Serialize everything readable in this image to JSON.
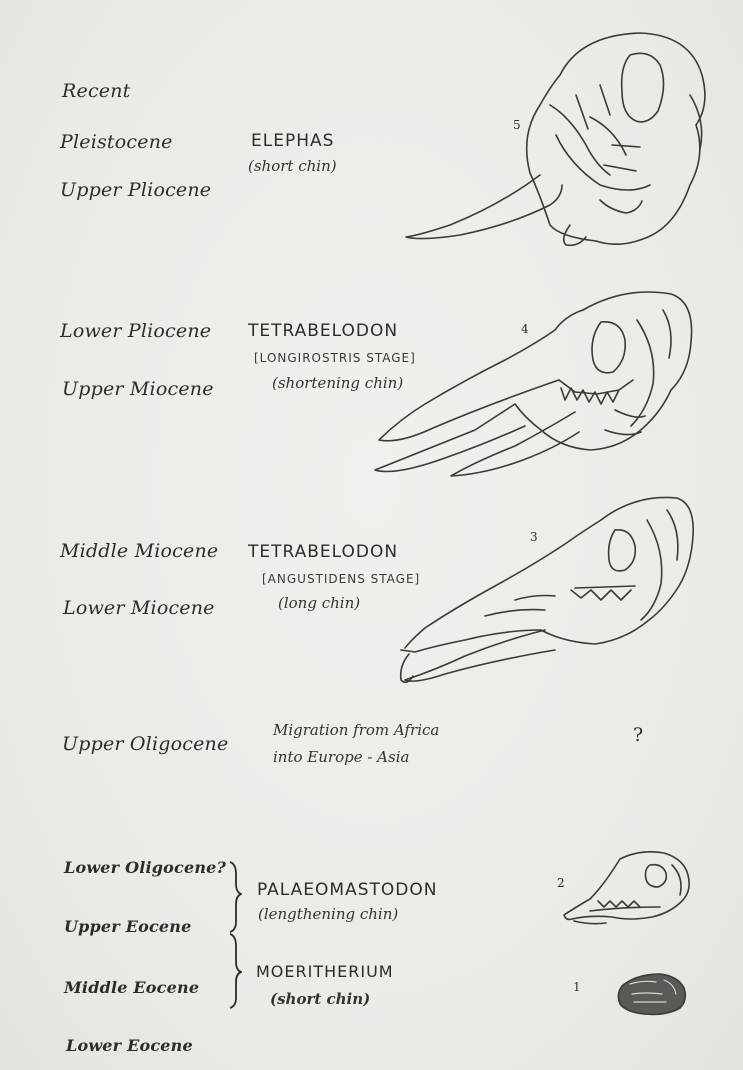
{
  "epochs": {
    "recent": "Recent",
    "pleistocene": "Pleistocene",
    "upper_pliocene": "Upper Pliocene",
    "lower_pliocene": "Lower Pliocene",
    "upper_miocene": "Upper Miocene",
    "middle_miocene": "Middle Miocene",
    "lower_miocene": "Lower Miocene",
    "upper_oligocene": "Upper Oligocene",
    "lower_oligocene": "Lower Oligocene?",
    "upper_eocene": "Upper Eocene",
    "middle_eocene": "Middle Eocene",
    "lower_eocene": "Lower Eocene"
  },
  "genera": {
    "elephas": {
      "name": "ELEPHAS",
      "note": "(short chin)",
      "number": "5"
    },
    "tetrabelodon_longirostris": {
      "name": "TETRABELODON",
      "stage": "[LONGIROSTRIS STAGE]",
      "note": "(shortening chin)",
      "number": "4"
    },
    "tetrabelodon_angustidens": {
      "name": "TETRABELODON",
      "stage": "[ANGUSTIDENS STAGE]",
      "note": "(long chin)",
      "number": "3"
    },
    "palaeomastodon": {
      "name": "PALAEOMASTODON",
      "note": "(lengthening chin)",
      "number": "2"
    },
    "moeritherium": {
      "name": "MOERITHERIUM",
      "note": "(short chin)",
      "number": "1"
    }
  },
  "migration": {
    "line1": "Migration from Africa",
    "line2": "into Europe - Asia",
    "unknown": "?"
  },
  "icons": [
    "elephas-skull-icon",
    "tetrabelodon-longirostris-skull-icon",
    "tetrabelodon-angustidens-skull-icon",
    "palaeomastodon-skull-icon",
    "moeritherium-skull-icon"
  ]
}
